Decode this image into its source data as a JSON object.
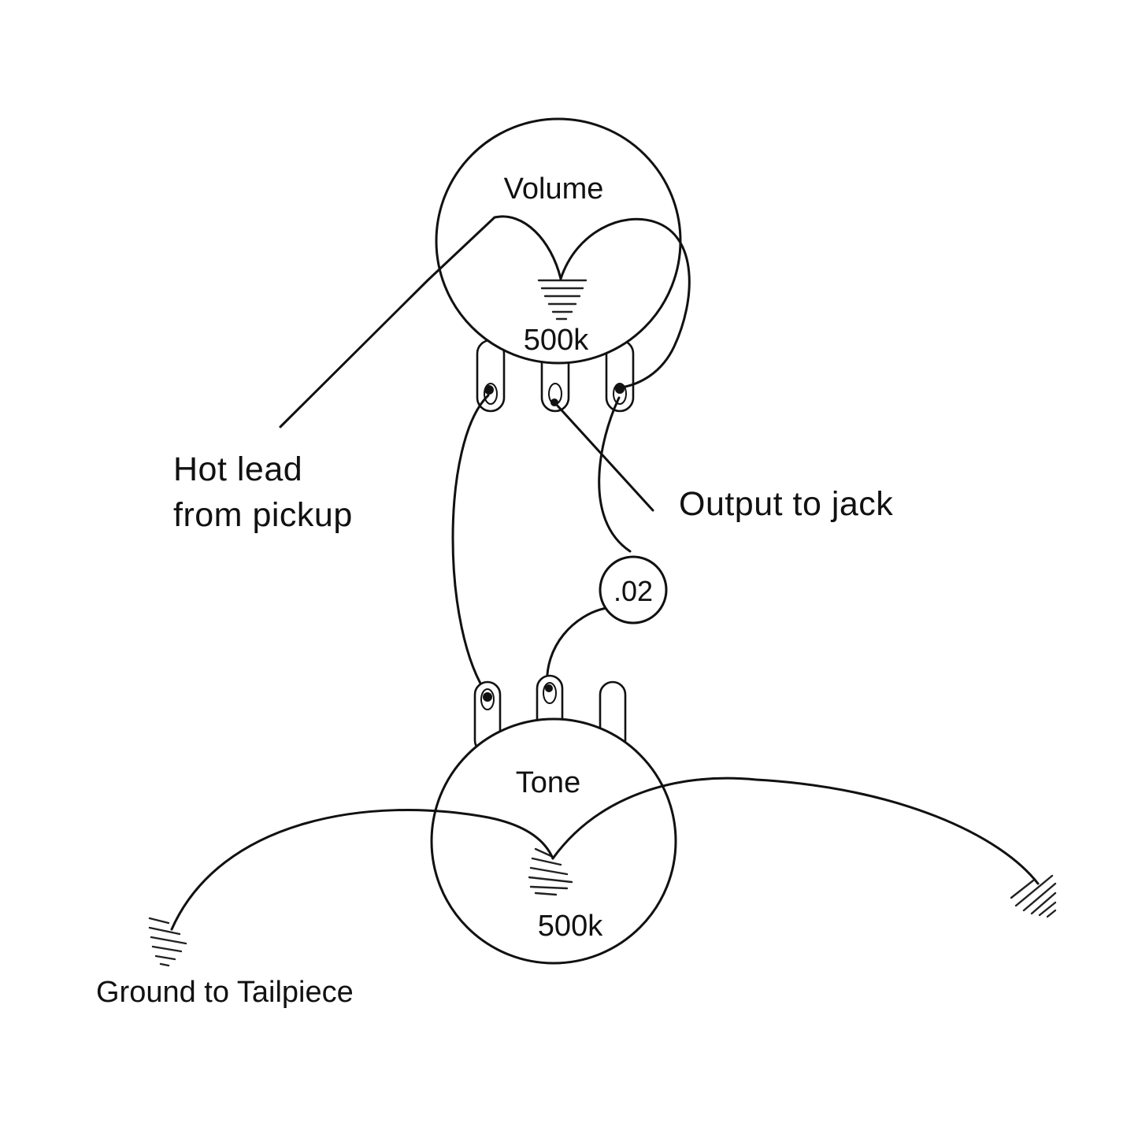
{
  "diagram": {
    "volume_pot": {
      "name": "Volume",
      "value": "500k"
    },
    "tone_pot": {
      "name": "Tone",
      "value": "500k"
    },
    "capacitor": {
      "value": ".02"
    },
    "labels": {
      "hot_lead_line1": "Hot lead",
      "hot_lead_line2": "from pickup",
      "output": "Output to jack",
      "ground": "Ground to Tailpiece"
    }
  }
}
